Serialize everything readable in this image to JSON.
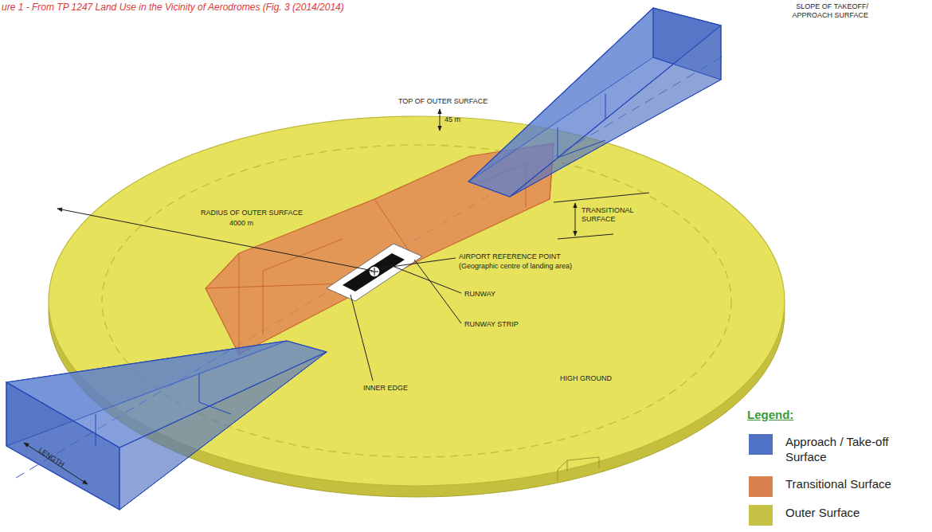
{
  "diagram": {
    "caption": "ure 1 - From TP 1247 Land Use in the Vicinity of Aerodromes (Fig. 3 (2014/2014)",
    "labels": [
      "SLOPE OF TAKEOFF/ APPROACH SURFACE",
      "TOP OF OUTER SURFACE",
      "45 m",
      "RADIUS OF OUTER SURFACE",
      "4000 m",
      "TRANSITIONAL SURFACE",
      "AIRPORT REFERENCE POINT",
      "(Geographic centre of landing area)",
      "RUNWAY",
      "RUNWAY STRIP",
      "INNER EDGE",
      "LENGTH",
      "HIGH GROUND",
      "Legend:"
    ],
    "legend": [
      {
        "text": "Approach / Take-off Surface",
        "color": "#4f72c4"
      },
      {
        "text": "Transitional Surface",
        "color": "#d9814f"
      },
      {
        "text": "Outer Surface",
        "color": "#c6c248"
      }
    ]
  }
}
